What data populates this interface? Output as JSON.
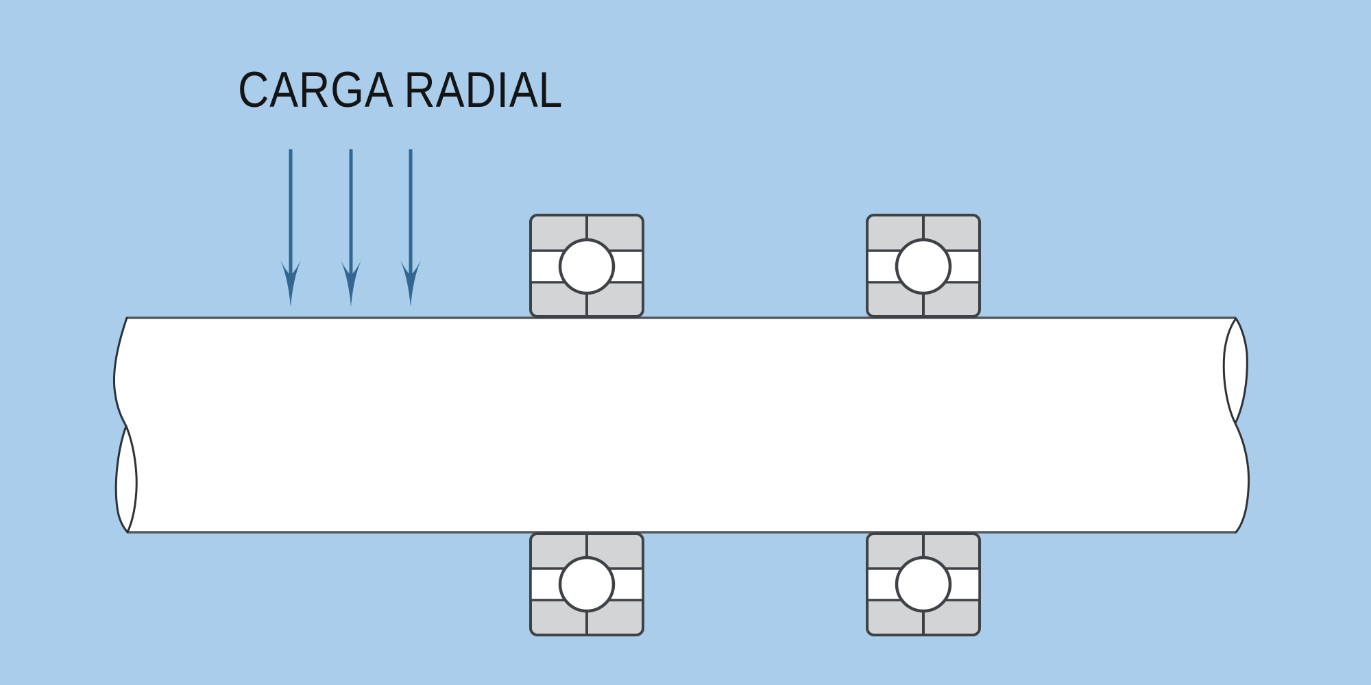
{
  "title": {
    "label": "CARGA RADIAL"
  },
  "diagram": {
    "load_arrows": {
      "count": 3,
      "direction": "down"
    },
    "bearings": {
      "count": 4,
      "kind": "ball-bearing-cross-section"
    },
    "shaft": {
      "kind": "horizontal-shaft-with-break-ends"
    }
  },
  "colors": {
    "background": "#a9cdeb",
    "arrow": "#336691",
    "bearing_fill": "#d3d4d6",
    "outline": "#3e4246",
    "shaft_fill": "#ffffff",
    "shaft_edge": "#54585c",
    "break_edge": "#2e3236",
    "text": "#141414"
  }
}
